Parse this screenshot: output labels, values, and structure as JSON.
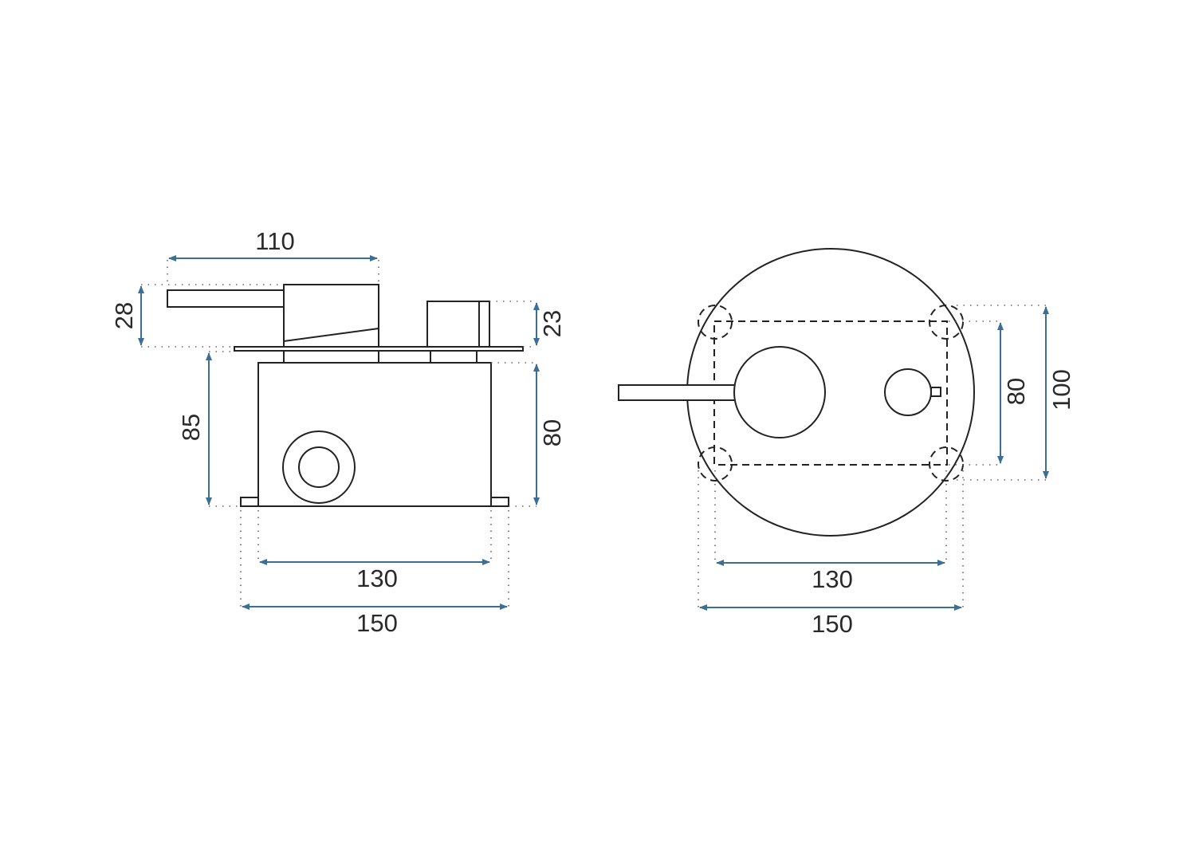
{
  "side_view": {
    "dimensions": {
      "handle_length": "110",
      "lever_height": "28",
      "knob_height": "23",
      "total_depth": "85",
      "box_depth": "80",
      "box_width": "130",
      "overall_width": "150"
    }
  },
  "front_view": {
    "dimensions": {
      "box_height": "80",
      "overall_height": "100",
      "box_width": "130",
      "overall_width": "150"
    }
  },
  "colors": {
    "dimension": "#3c6f95",
    "outline": "#222222"
  }
}
